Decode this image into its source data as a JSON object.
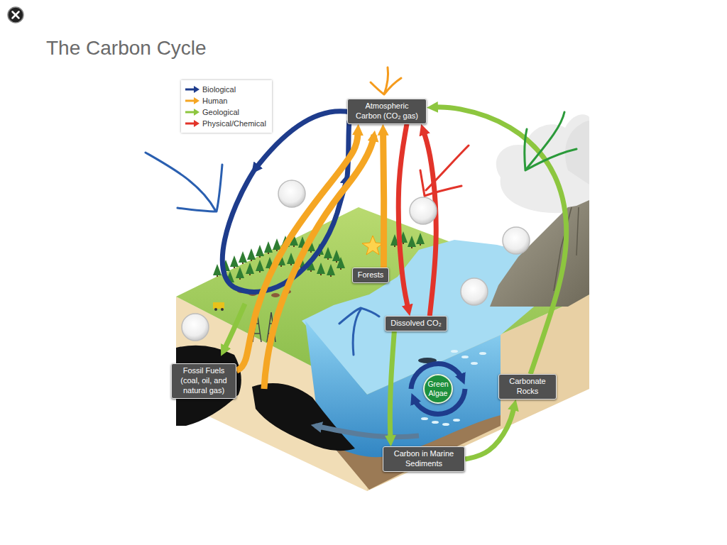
{
  "diagram": {
    "title": "The Carbon Cycle",
    "nodes": [
      {
        "text": [
          "Atmospheric Carbon (CO₂ gas)"
        ]
      },
      {
        "text": [
          "Forests"
        ]
      },
      {
        "text": [
          "Dissolved CO₂"
        ]
      },
      {
        "text": [
          "Fossil Fuels (coal, oil, and natural gas)"
        ]
      },
      {
        "text": [
          "Green Algae"
        ]
      },
      {
        "text": [
          "Carbonate Rocks"
        ]
      },
      {
        "text": [
          "Carbon in Marine Sediments"
        ]
      }
    ],
    "edges": [
      {
        "from": 3,
        "to": 0,
        "arrow": "to"
      },
      {
        "from": 1,
        "to": 0,
        "arrow": "to"
      },
      {
        "from": 0,
        "to": 2,
        "arrow": "to"
      },
      {
        "from": 2,
        "to": 0,
        "arrow": "to"
      },
      {
        "from": 2,
        "to": 6,
        "arrow": "to"
      },
      {
        "from": 6,
        "to": 5,
        "arrow": "to"
      },
      {
        "from": 5,
        "to": 0,
        "arrow": "to"
      }
    ],
    "legend": [
      {
        "text": "Biological",
        "color": "#1e3c8c"
      },
      {
        "text": "Human",
        "color": "#f5a623"
      },
      {
        "text": "Geological",
        "color": "#8dc63f"
      },
      {
        "text": "Physical/Chemical",
        "color": "#e2342a"
      }
    ]
  }
}
